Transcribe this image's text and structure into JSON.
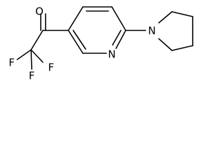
{
  "molecule": {
    "atoms": {
      "O": "O",
      "F1": "F",
      "F2": "F",
      "F3": "F",
      "N_pyridine": "N",
      "N_pyrrolidine": "N"
    },
    "bond_color": "#000000",
    "background": "#ffffff"
  }
}
